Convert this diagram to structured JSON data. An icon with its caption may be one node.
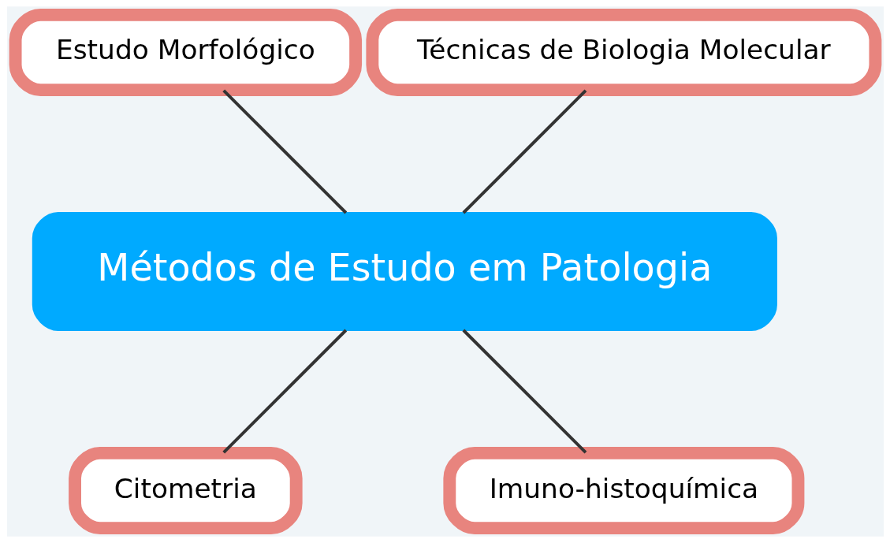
{
  "diagram": {
    "nodes": [
      {
        "text": [
          "Métodos de Estudo em Patologia"
        ]
      },
      {
        "text": [
          "Técnicas de Biologia Molecular"
        ]
      },
      {
        "text": [
          "Estudo Morfológico"
        ]
      },
      {
        "text": [
          "Citometria"
        ]
      },
      {
        "text": [
          "Imuno-histoquímica"
        ]
      }
    ],
    "edges": [
      {
        "from": 0,
        "to": 1,
        "arrow": "none"
      },
      {
        "from": 0,
        "to": 2,
        "arrow": "none"
      },
      {
        "from": 0,
        "to": 3,
        "arrow": "none"
      },
      {
        "from": 0,
        "to": 4,
        "arrow": "none"
      }
    ]
  }
}
